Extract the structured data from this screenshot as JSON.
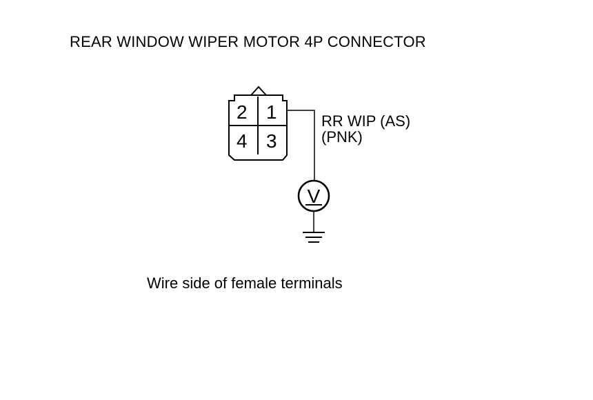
{
  "title": "REAR WINDOW WIPER MOTOR 4P CONNECTOR",
  "connector": {
    "pins": [
      {
        "id": "pin-2",
        "label": "2"
      },
      {
        "id": "pin-1",
        "label": "1"
      },
      {
        "id": "pin-4",
        "label": "4"
      },
      {
        "id": "pin-3",
        "label": "3"
      }
    ]
  },
  "wire": {
    "name": "RR WIP (AS)",
    "color": "(PNK)"
  },
  "meter": {
    "symbol": "V"
  },
  "caption": "Wire side of female terminals"
}
